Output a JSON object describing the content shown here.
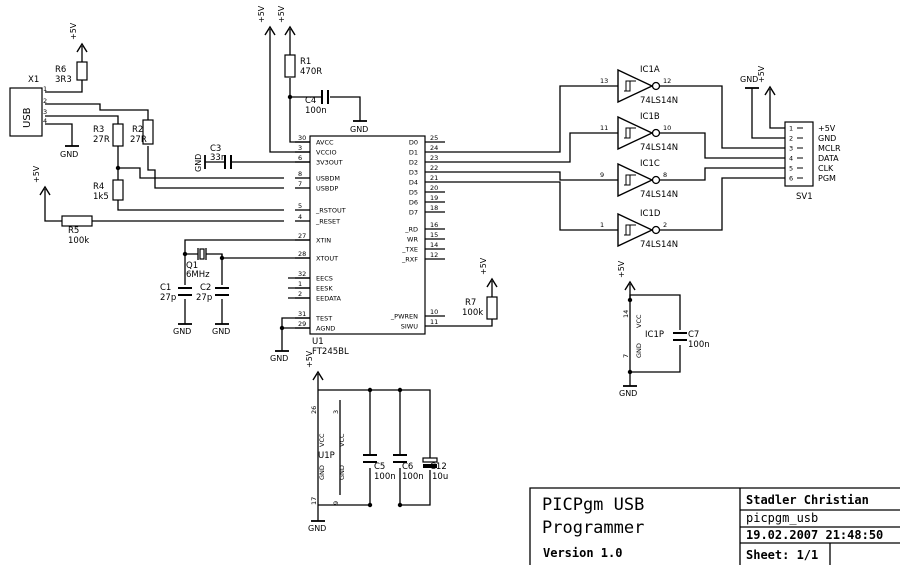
{
  "connector_x1": {
    "ref": "X1",
    "label": "USB",
    "pins": [
      "1",
      "2",
      "3",
      "4"
    ]
  },
  "resistors": {
    "r6": {
      "ref": "R6",
      "value": "3R3"
    },
    "r3": {
      "ref": "R3",
      "value": "27R"
    },
    "r2": {
      "ref": "R2",
      "value": "27R"
    },
    "r4": {
      "ref": "R4",
      "value": "1k5"
    },
    "r5": {
      "ref": "R5",
      "value": "100k"
    },
    "r1": {
      "ref": "R1",
      "value": "470R"
    },
    "r7": {
      "ref": "R7",
      "value": "100k"
    }
  },
  "capacitors": {
    "c4": {
      "ref": "C4",
      "value": "100n"
    },
    "c3": {
      "ref": "C3",
      "value": "33n"
    },
    "c1": {
      "ref": "C1",
      "value": "27p"
    },
    "c2": {
      "ref": "C2",
      "value": "27p"
    },
    "c5": {
      "ref": "C5",
      "value": "100n"
    },
    "c6": {
      "ref": "C6",
      "value": "100n"
    },
    "c12": {
      "ref": "C12",
      "value": "10u"
    },
    "c7": {
      "ref": "C7",
      "value": "100n"
    }
  },
  "crystal": {
    "ref": "Q1",
    "value": "6MHz"
  },
  "net_labels": {
    "vcc": "+5V",
    "gnd": "GND"
  },
  "u1": {
    "ref": "U1",
    "part": "FT245BL",
    "left_pins": [
      {
        "num": "30",
        "name": "AVCC"
      },
      {
        "num": "3",
        "name": "VCCIO"
      },
      {
        "num": "6",
        "name": "3V3OUT"
      },
      {
        "num": "8",
        "name": "USBDM"
      },
      {
        "num": "7",
        "name": "USBDP"
      },
      {
        "num": "5",
        "name": "_RSTOUT"
      },
      {
        "num": "4",
        "name": "_RESET"
      },
      {
        "num": "27",
        "name": "XTIN"
      },
      {
        "num": "28",
        "name": "XTOUT"
      },
      {
        "num": "32",
        "name": "EECS"
      },
      {
        "num": "1",
        "name": "EESK"
      },
      {
        "num": "2",
        "name": "EEDATA"
      },
      {
        "num": "31",
        "name": "TEST"
      },
      {
        "num": "29",
        "name": "AGND"
      }
    ],
    "right_pins": [
      {
        "num": "25",
        "name": "D0"
      },
      {
        "num": "24",
        "name": "D1"
      },
      {
        "num": "23",
        "name": "D2"
      },
      {
        "num": "22",
        "name": "D3"
      },
      {
        "num": "21",
        "name": "D4"
      },
      {
        "num": "20",
        "name": "D5"
      },
      {
        "num": "19",
        "name": "D6"
      },
      {
        "num": "18",
        "name": "D7"
      },
      {
        "num": "16",
        "name": "_RD"
      },
      {
        "num": "15",
        "name": "WR"
      },
      {
        "num": "14",
        "name": "_TXE"
      },
      {
        "num": "12",
        "name": "_RXF"
      },
      {
        "num": "10",
        "name": "_PWREN"
      },
      {
        "num": "11",
        "name": "SIWU"
      }
    ]
  },
  "u1p": {
    "ref": "U1P",
    "vcc": "VCC",
    "gnd": "GND",
    "pins": [
      "26",
      "3",
      "17",
      "9"
    ]
  },
  "inverters": [
    {
      "ref": "IC1A",
      "part": "74LS14N",
      "in": "13",
      "out": "12"
    },
    {
      "ref": "IC1B",
      "part": "74LS14N",
      "in": "11",
      "out": "10"
    },
    {
      "ref": "IC1C",
      "part": "74LS14N",
      "in": "9",
      "out": "8"
    },
    {
      "ref": "IC1D",
      "part": "74LS14N",
      "in": "1",
      "out": "2"
    }
  ],
  "ic1p": {
    "ref": "IC1P",
    "pin_vcc": "14",
    "pin_gnd": "7",
    "vcc": "VCC",
    "gnd": "GND"
  },
  "sv1": {
    "ref": "SV1",
    "pins": [
      {
        "num": "1",
        "name": "+5V"
      },
      {
        "num": "2",
        "name": "GND"
      },
      {
        "num": "3",
        "name": "MCLR"
      },
      {
        "num": "4",
        "name": "DATA"
      },
      {
        "num": "5",
        "name": "CLK"
      },
      {
        "num": "6",
        "name": "PGM"
      }
    ]
  },
  "title_block": {
    "title_line1": "PICPgm USB",
    "title_line2": "Programmer",
    "version": "Version 1.0",
    "author": "Stadler Christian",
    "filename": "picpgm_usb",
    "date": "19.02.2007 21:48:50",
    "sheet": "Sheet: 1/1"
  }
}
